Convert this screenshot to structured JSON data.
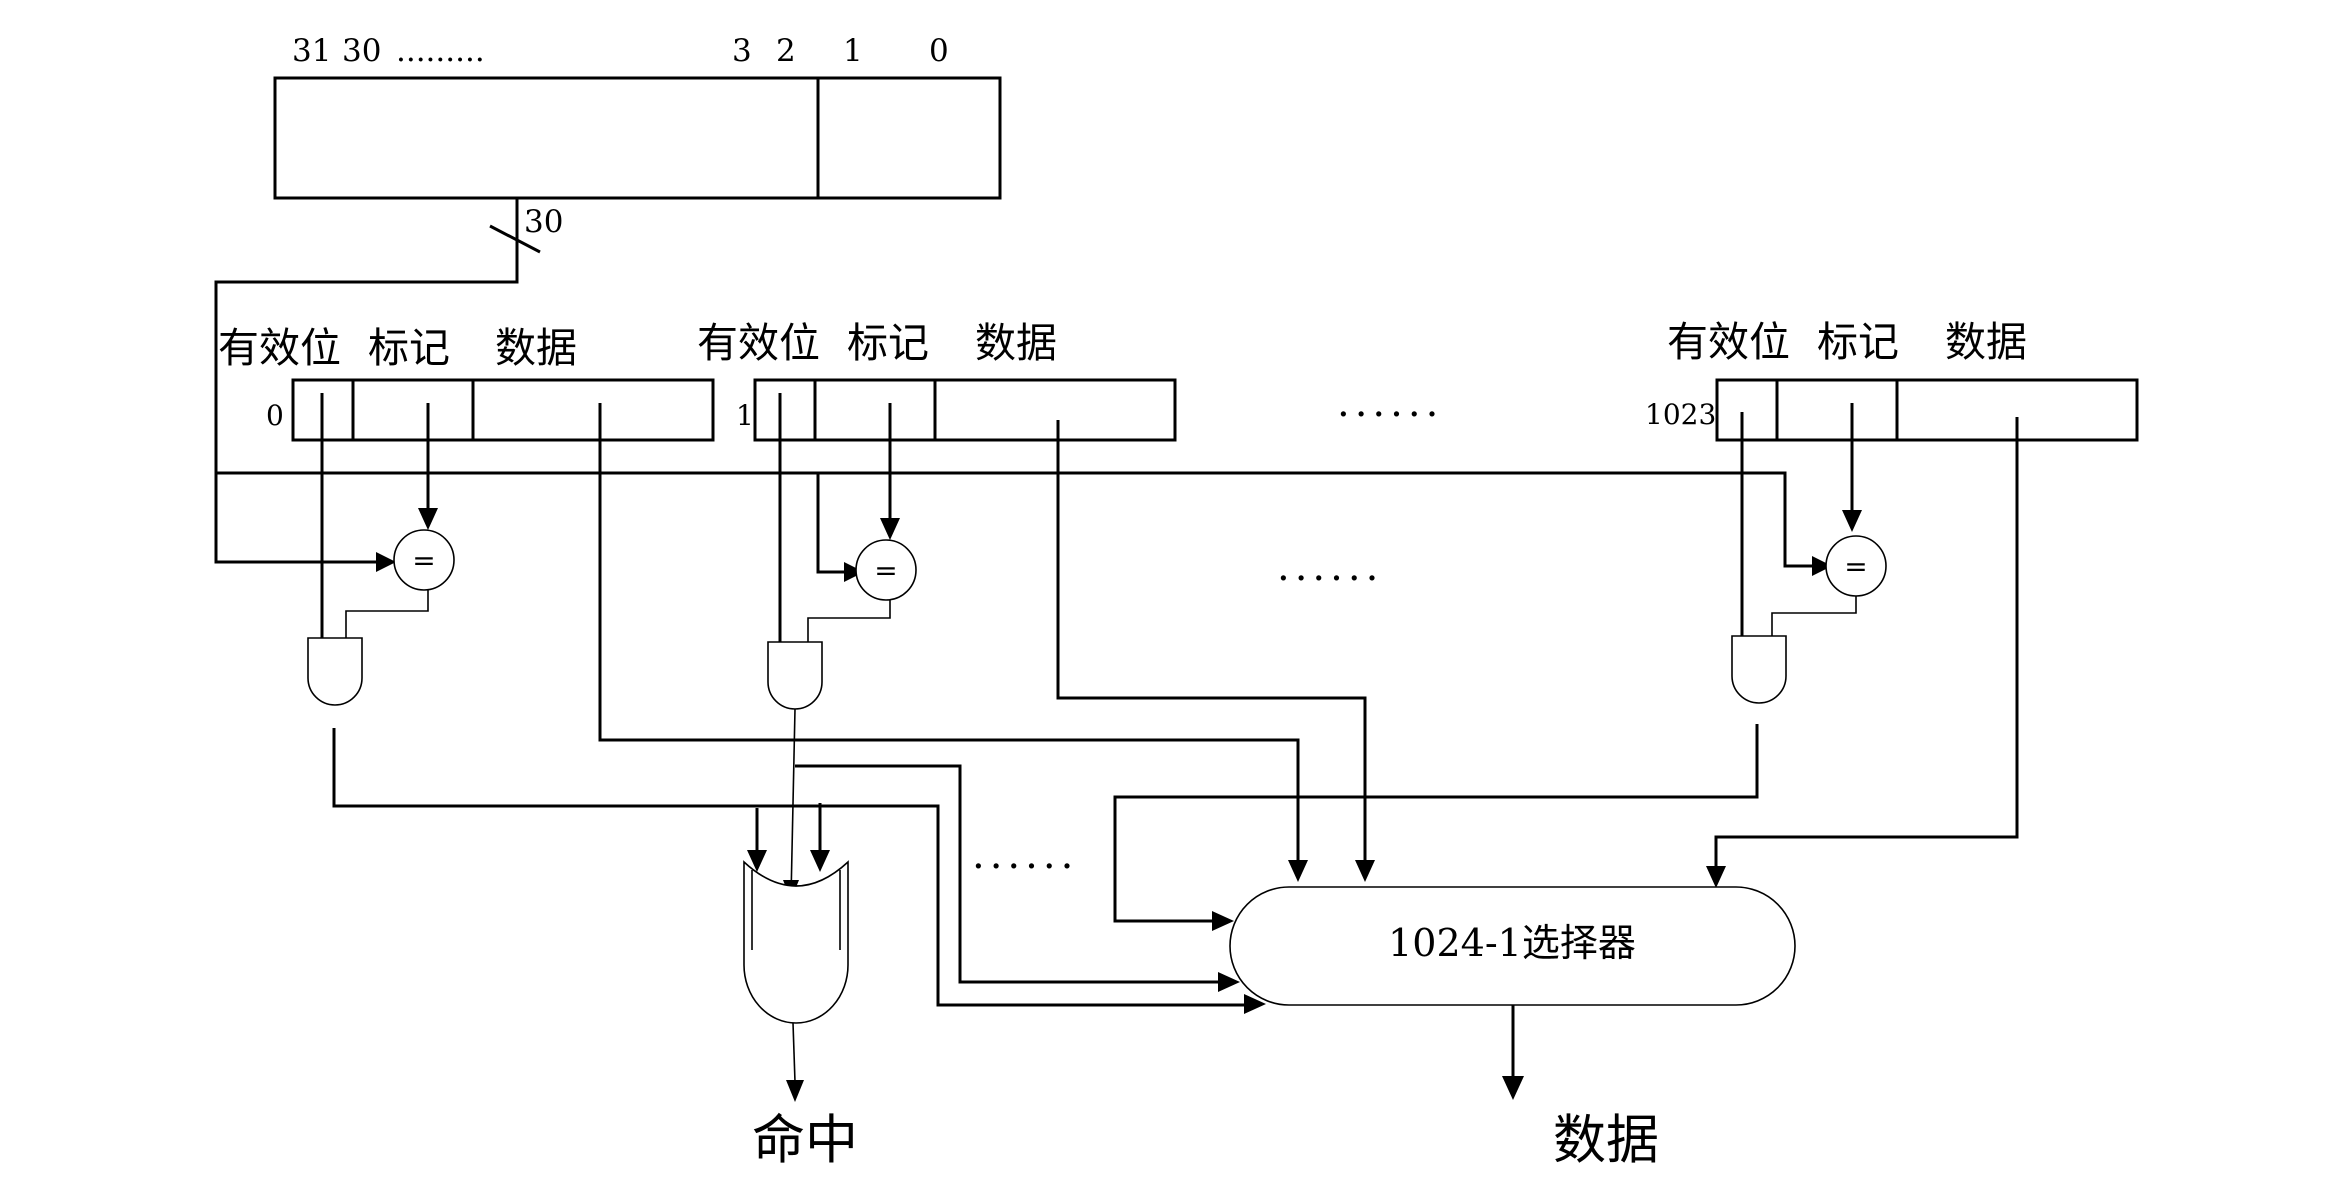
{
  "address": {
    "bit_labels": [
      "31",
      "30",
      ".........",
      "3",
      "2",
      "1",
      "0"
    ],
    "bus_width": "30"
  },
  "entries": [
    {
      "index": "0",
      "valid_label": "有效位",
      "tag_label": "标记",
      "data_label": "数据"
    },
    {
      "index": "1",
      "valid_label": "有效位",
      "tag_label": "标记",
      "data_label": "数据"
    },
    {
      "index": "1023",
      "valid_label": "有效位",
      "tag_label": "标记",
      "data_label": "数据"
    }
  ],
  "comparator_symbol": "=",
  "ellipses": [
    "......",
    "......",
    "......"
  ],
  "mux_label": "1024-1选择器",
  "outputs": {
    "hit": "命中",
    "data": "数据"
  }
}
